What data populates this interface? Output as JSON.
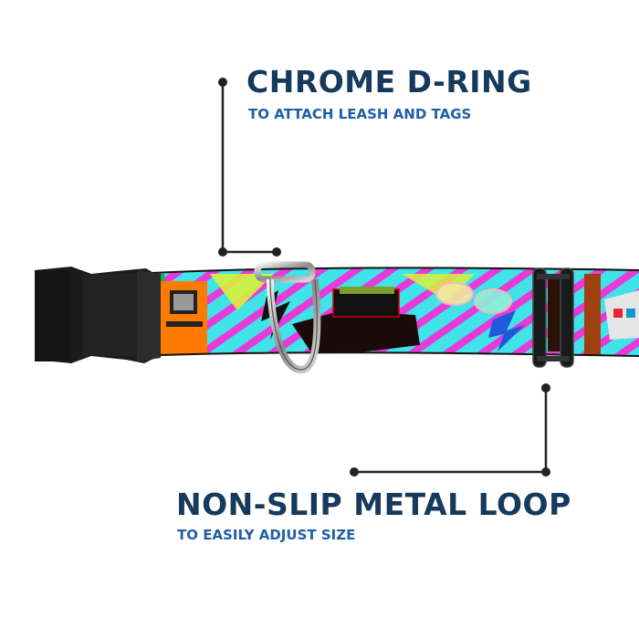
{
  "callouts": {
    "d_ring": {
      "title": "CHROME D-RING",
      "subtitle": "TO ATTACH LEASH AND TAGS"
    },
    "metal_loop": {
      "title": "NON-SLIP METAL LOOP",
      "subtitle": "TO EASILY ADJUST SIZE"
    }
  },
  "colors": {
    "title": "#153a5b",
    "subtitle": "#1f5fa8",
    "leader_line": "#222222",
    "collar_cyan": "#3fe3e8",
    "collar_pink": "#e73ad9",
    "buckle": "#1b1b1b"
  }
}
